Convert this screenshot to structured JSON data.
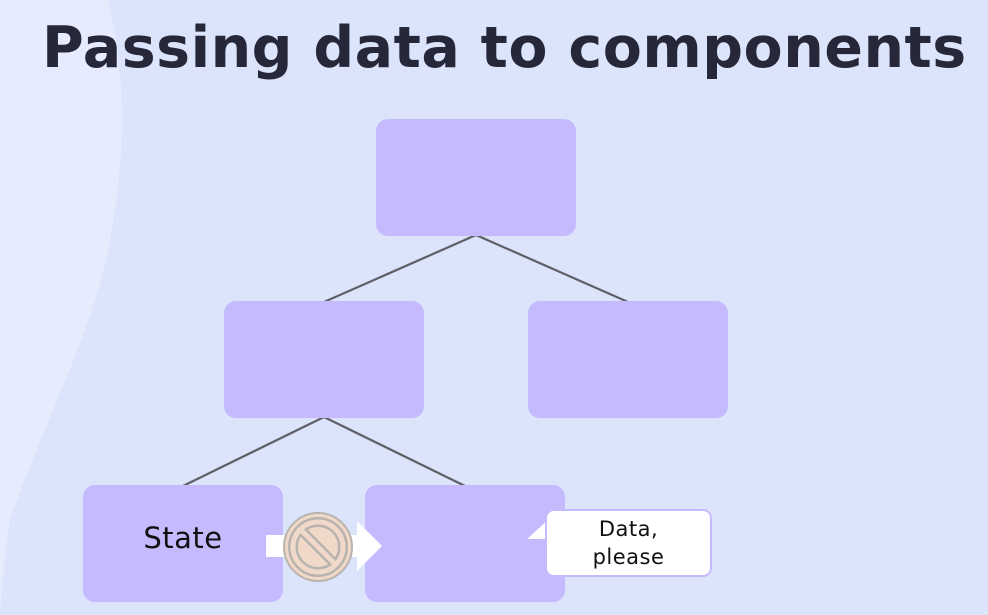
{
  "title": "Passing data to components",
  "nodes": {
    "state_label": "State"
  },
  "bubble": {
    "text": "Data,\nplease"
  },
  "colors": {
    "background": "#dbe4fb",
    "node_fill": "#c6baff",
    "connector": "#5f5f66",
    "title_text": "#27273a",
    "prohibited_fill": "#f1d9c9",
    "prohibited_stroke": "#b8b4ad"
  },
  "icons": {
    "blocked": "prohibited-icon"
  }
}
